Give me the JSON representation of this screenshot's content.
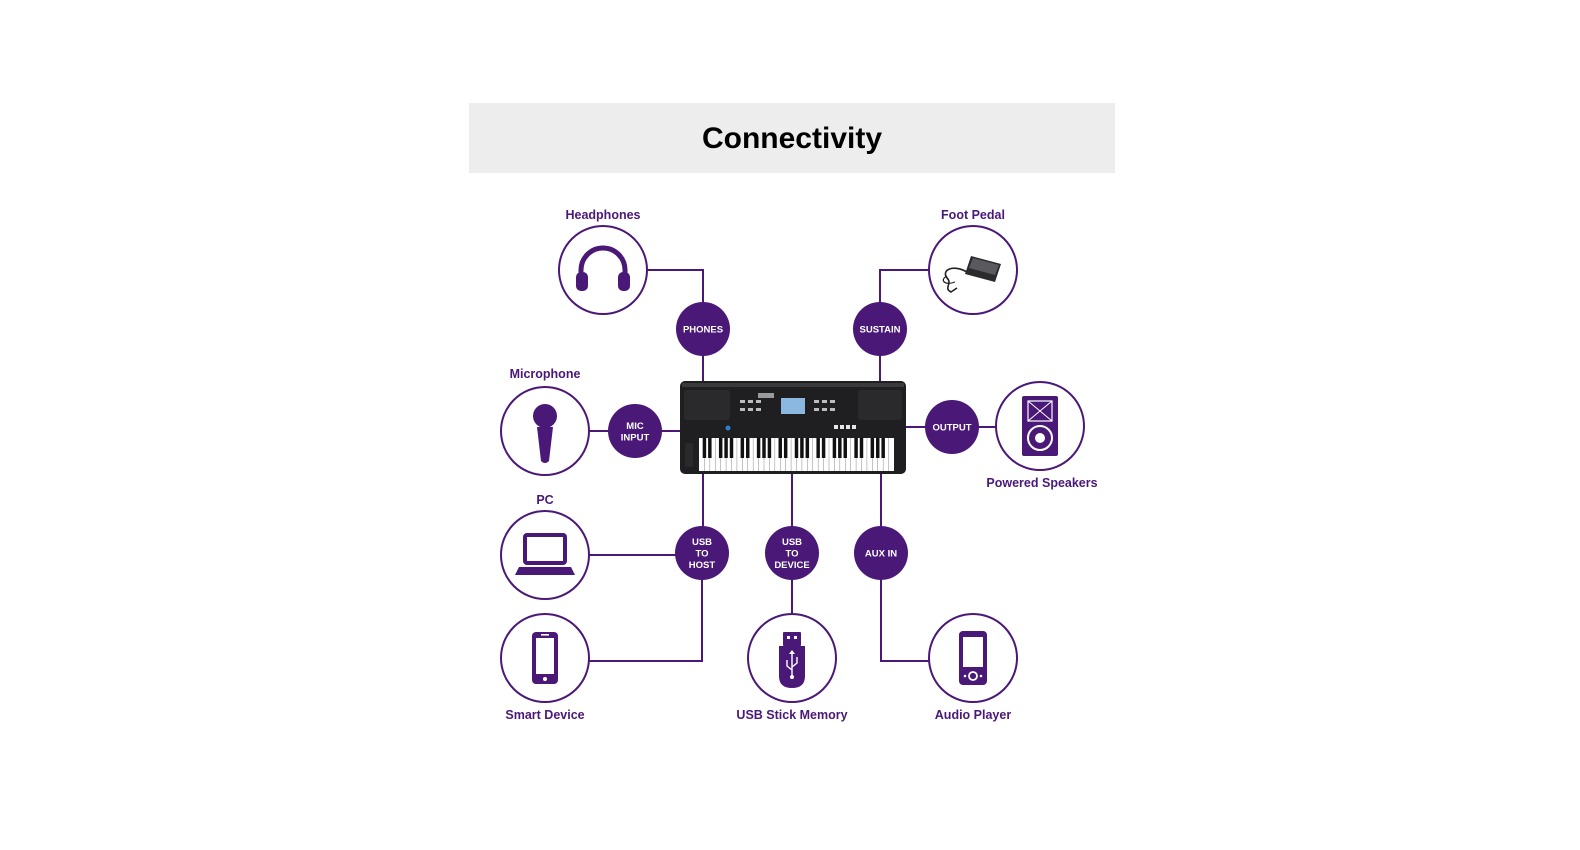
{
  "title": "Connectivity",
  "colors": {
    "accent": "#4a1877",
    "header_bg": "#ededed",
    "keyboard": "#1f1f21"
  },
  "devices": [
    {
      "id": "headphones",
      "label": "Headphones",
      "icon": "headphones-icon"
    },
    {
      "id": "foot-pedal",
      "label": "Foot Pedal",
      "icon": "foot-pedal-icon"
    },
    {
      "id": "microphone",
      "label": "Microphone",
      "icon": "microphone-icon"
    },
    {
      "id": "powered-speakers",
      "label": "Powered Speakers",
      "icon": "speaker-icon"
    },
    {
      "id": "pc",
      "label": "PC",
      "icon": "laptop-icon"
    },
    {
      "id": "smart-device",
      "label": "Smart Device",
      "icon": "smartphone-icon"
    },
    {
      "id": "usb-stick-memory",
      "label": "USB Stick Memory",
      "icon": "usb-stick-icon"
    },
    {
      "id": "audio-player",
      "label": "Audio Player",
      "icon": "audio-player-icon"
    }
  ],
  "ports": [
    {
      "id": "phones",
      "lines": [
        "PHONES"
      ]
    },
    {
      "id": "sustain",
      "lines": [
        "SUSTAIN"
      ]
    },
    {
      "id": "mic-input",
      "lines": [
        "MIC",
        "INPUT"
      ]
    },
    {
      "id": "output",
      "lines": [
        "OUTPUT"
      ]
    },
    {
      "id": "usb-to-host",
      "lines": [
        "USB",
        "TO",
        "HOST"
      ]
    },
    {
      "id": "usb-to-device",
      "lines": [
        "USB",
        "TO",
        "DEVICE"
      ]
    },
    {
      "id": "aux-in",
      "lines": [
        "AUX IN"
      ]
    }
  ]
}
